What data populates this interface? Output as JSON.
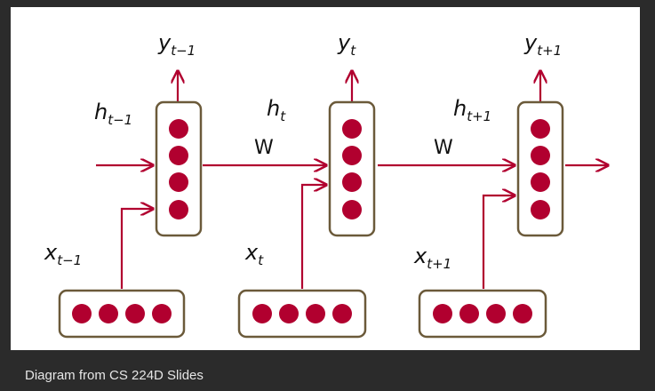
{
  "colors": {
    "accent": "#b1002f",
    "box_border": "#6b5a3a",
    "background": "#2b2b2b",
    "panel": "#ffffff",
    "caption_text": "#e6e6e6"
  },
  "diagram": {
    "weight_label": "W",
    "labels": {
      "y": [
        {
          "base": "y",
          "sub": "t−1"
        },
        {
          "base": "y",
          "sub": "t"
        },
        {
          "base": "y",
          "sub": "t+1"
        }
      ],
      "h": [
        {
          "base": "h",
          "sub": "t−1"
        },
        {
          "base": "h",
          "sub": "t"
        },
        {
          "base": "h",
          "sub": "t+1"
        }
      ],
      "x": [
        {
          "base": "x",
          "sub": "t−1"
        },
        {
          "base": "x",
          "sub": "t"
        },
        {
          "base": "x",
          "sub": "t+1"
        }
      ]
    }
  },
  "caption": "Diagram from CS 224D Slides"
}
